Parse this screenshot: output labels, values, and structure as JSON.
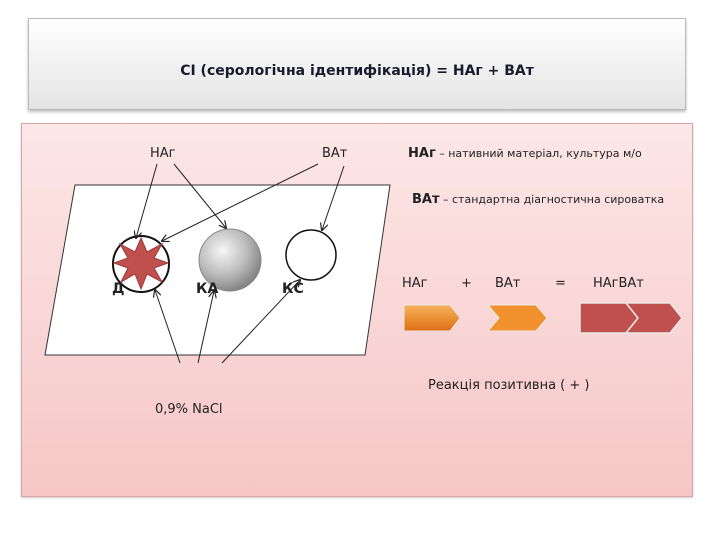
{
  "title": "СІ (серологічна ідентифікація) = НАг +  ВАт",
  "labels": {
    "nag_top": "НАг",
    "vat_top": "ВАт",
    "well_d": "Д",
    "well_ka": "КА",
    "well_ks": "КС",
    "nacl": "0,9%  NaCl"
  },
  "legend": [
    {
      "key": "НАг",
      "desc": " – нативний матеріал, культура м/о"
    },
    {
      "key": "ВАт",
      "desc": " – стандартна діагностична сироватка"
    }
  ],
  "equation": {
    "term1": "НАг",
    "plus": "+",
    "term2": "ВАт",
    "equals": "=",
    "result": "НАгВАт"
  },
  "result_text": "Реакція позитивна ( + )",
  "colors": {
    "orange_arrow": "#f0912e",
    "red_arrow": "#c0504d",
    "burst": "#c0504d",
    "panel": "#f9d2d2"
  }
}
